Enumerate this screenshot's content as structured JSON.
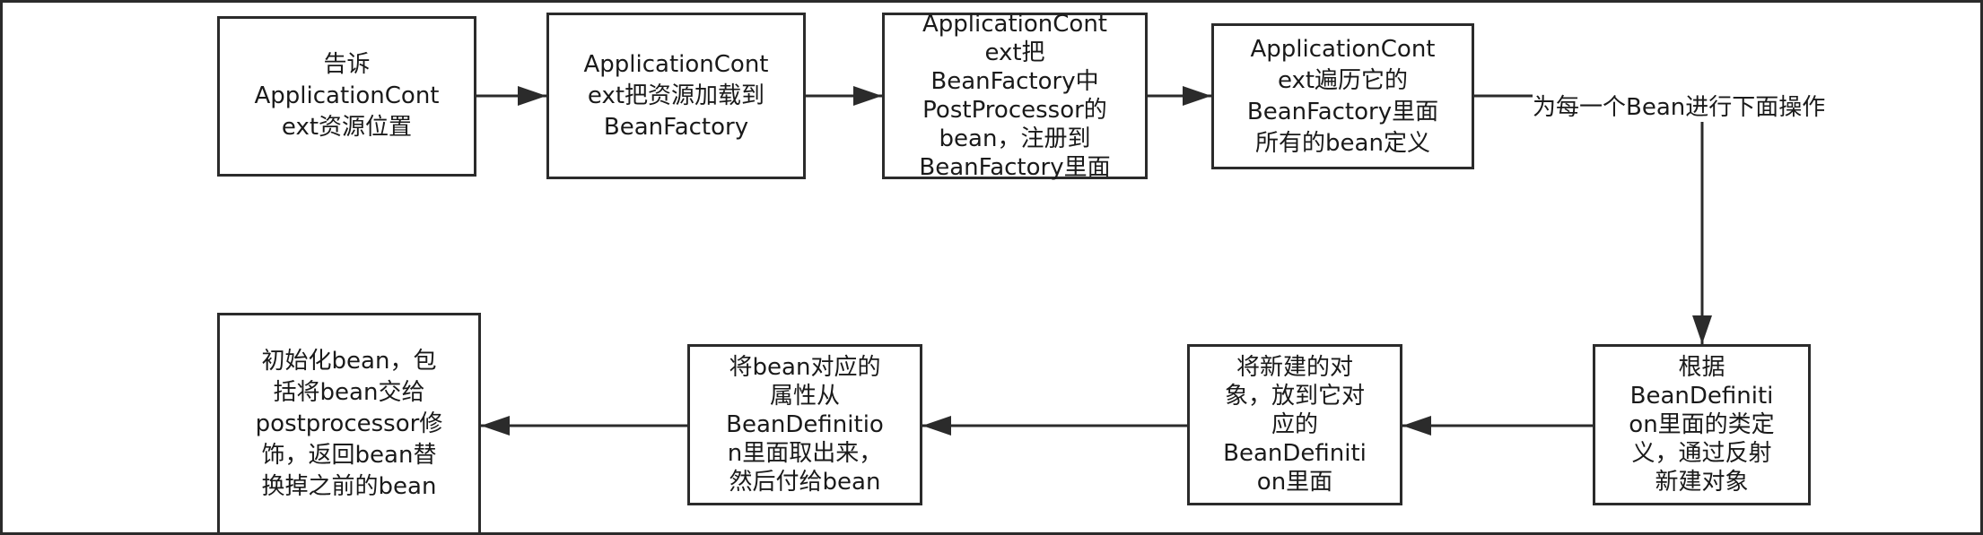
{
  "diagram": {
    "nodes": [
      {
        "id": "n1",
        "text": "告诉\nApplicationCont\next资源位置"
      },
      {
        "id": "n2",
        "text": "ApplicationCont\next把资源加载到\nBeanFactory"
      },
      {
        "id": "n3",
        "text": "ApplicationCont\next把\nBeanFactory中\nPostProcessor的\nbean，注册到\nBeanFactory里面"
      },
      {
        "id": "n4",
        "text": "ApplicationCont\next遍历它的\nBeanFactory里面\n所有的bean定义"
      },
      {
        "id": "n5",
        "text": "根据\nBeanDefiniti\non里面的类定\n义，通过反射\n新建对象"
      },
      {
        "id": "n6",
        "text": "将新建的对\n象，放到它对\n应的\nBeanDefiniti\non里面"
      },
      {
        "id": "n7",
        "text": "将bean对应的\n属性从\nBeanDefinitio\nn里面取出来，\n然后付给bean"
      },
      {
        "id": "n8",
        "text": "初始化bean，包\n括将bean交给\npostprocessor修\n饰，返回bean替\n换掉之前的bean"
      }
    ],
    "edge_label": "为每一个Bean进行下面操作",
    "colors": {
      "stroke": "#2b2b2b",
      "text": "#1a1a1a",
      "background": "#ffffff"
    }
  }
}
